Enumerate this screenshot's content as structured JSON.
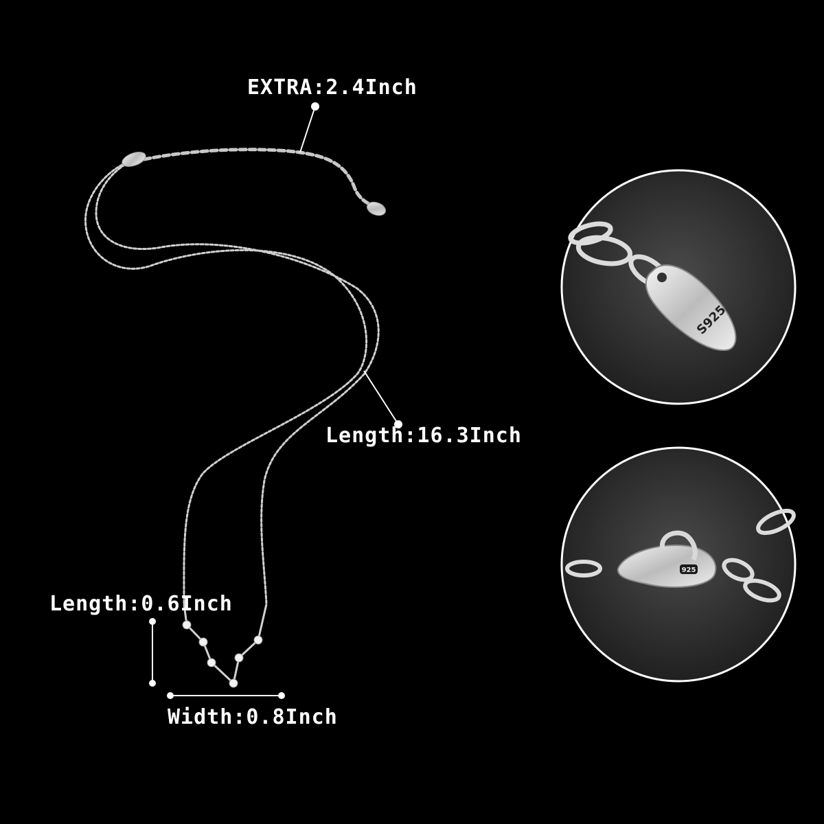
{
  "measurements": {
    "extra": "EXTRA:2.4Inch",
    "length": "Length:16.3Inch",
    "pendant_length": "Length:0.6Inch",
    "width": "Width:0.8Inch"
  },
  "closeups": {
    "tag_stamp": "S925",
    "clasp_stamp": "925"
  },
  "colors": {
    "background": "#000000",
    "text": "#ffffff",
    "silver": "#d8d8d8",
    "zoom_bg": "#2e2e2e"
  }
}
